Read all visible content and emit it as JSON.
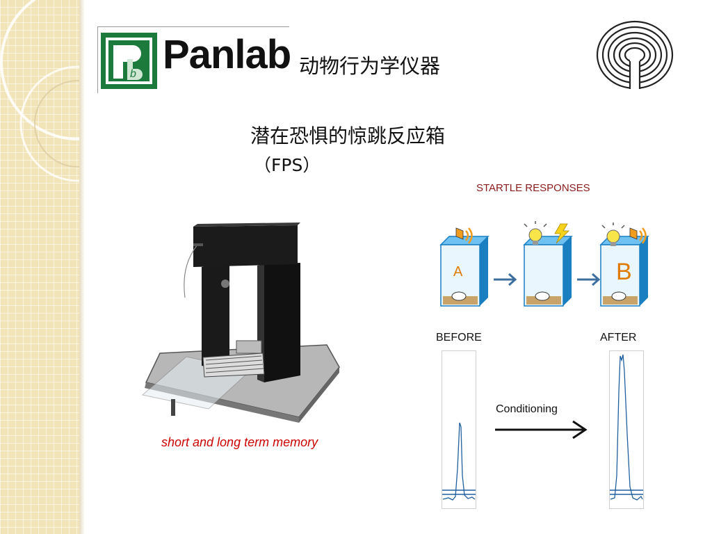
{
  "brand": {
    "name": "Panlab",
    "subtitle": "动物行为学仪器",
    "logo_monogram": "Pb"
  },
  "slide": {
    "title_line1": "潜在恐惧的惊跳反应箱",
    "title_line2": "（FPS）"
  },
  "apparatus": {
    "caption": "short and long term memory"
  },
  "diagram": {
    "heading": "STARTLE RESPONSES",
    "box_labels": [
      "A",
      "B"
    ],
    "before_label": "BEFORE",
    "after_label": "AFTER",
    "conditioning_label": "Conditioning"
  },
  "colors": {
    "sidebar": "#f2e4b9",
    "logo_green": "#1c7a3c",
    "caption_red": "#cc0000",
    "heading_red": "#8b1a1a",
    "box_blue": "#1a7fc0",
    "label_orange": "#e07b00",
    "trace_blue": "#1f5fa0"
  },
  "icons": [
    "speaker-icon",
    "light-bulb-icon",
    "lightning-icon",
    "arrow-right-icon",
    "labyrinth-icon"
  ]
}
